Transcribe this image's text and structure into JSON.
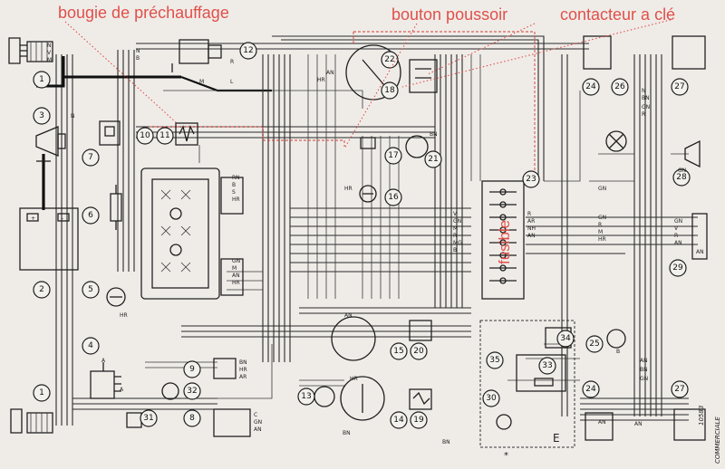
{
  "annotations": {
    "glow_plug": "bougie de préchauffage",
    "push_button": "bouton poussoir",
    "key_switch": "contacteur a clé",
    "fuse": "fusible"
  },
  "footer": {
    "code": "10583",
    "category": "COMMERCIALE"
  },
  "box_legend": {
    "e_label": "E",
    "star_label": "*"
  },
  "components": [
    {
      "id": "1a",
      "number": "1"
    },
    {
      "id": "1b",
      "number": "1"
    },
    {
      "id": "2",
      "number": "2"
    },
    {
      "id": "3",
      "number": "3"
    },
    {
      "id": "4",
      "number": "4"
    },
    {
      "id": "5",
      "number": "5"
    },
    {
      "id": "6",
      "number": "6"
    },
    {
      "id": "7",
      "number": "7"
    },
    {
      "id": "8",
      "number": "8"
    },
    {
      "id": "9",
      "number": "9"
    },
    {
      "id": "10",
      "number": "10"
    },
    {
      "id": "11",
      "number": "11"
    },
    {
      "id": "12",
      "number": "12"
    },
    {
      "id": "13",
      "number": "13"
    },
    {
      "id": "14",
      "number": "14"
    },
    {
      "id": "15",
      "number": "15"
    },
    {
      "id": "16",
      "number": "16"
    },
    {
      "id": "17",
      "number": "17"
    },
    {
      "id": "18",
      "number": "18"
    },
    {
      "id": "19",
      "number": "19"
    },
    {
      "id": "20",
      "number": "20"
    },
    {
      "id": "21",
      "number": "21"
    },
    {
      "id": "22",
      "number": "22"
    },
    {
      "id": "23",
      "number": "23"
    },
    {
      "id": "24a",
      "number": "24"
    },
    {
      "id": "24b",
      "number": "24"
    },
    {
      "id": "25",
      "number": "25"
    },
    {
      "id": "26",
      "number": "26"
    },
    {
      "id": "27a",
      "number": "27"
    },
    {
      "id": "27b",
      "number": "27"
    },
    {
      "id": "28",
      "number": "28"
    },
    {
      "id": "29",
      "number": "29"
    },
    {
      "id": "30",
      "number": "30"
    },
    {
      "id": "31",
      "number": "31"
    },
    {
      "id": "32",
      "number": "32"
    },
    {
      "id": "33",
      "number": "33"
    },
    {
      "id": "34",
      "number": "34"
    },
    {
      "id": "35",
      "number": "35"
    }
  ],
  "wire_codes": {
    "n": "N",
    "v": "V",
    "m": "M",
    "b": "B",
    "r": "R",
    "s": "S",
    "bn": "BN",
    "hr": "HR",
    "an": "AN",
    "gn": "GN",
    "ar": "AR",
    "rn": "RN",
    "mg": "MG",
    "nh": "NH",
    "c": "C",
    "l": "L",
    "a": "A"
  }
}
